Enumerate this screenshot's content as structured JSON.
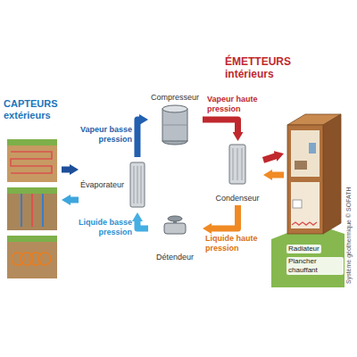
{
  "diagram": {
    "nodes": [
      {
        "text": [
          "CAPTEURS extérieurs"
        ]
      },
      {
        "text": [
          "Évaporateur"
        ]
      },
      {
        "text": [
          "Compresseur"
        ]
      },
      {
        "text": [
          "Condenseur"
        ]
      },
      {
        "text": [
          "Détendeur"
        ]
      },
      {
        "text": [
          "ÉMETTEURS intérieurs"
        ]
      }
    ],
    "edges": [
      {
        "from": 0,
        "to": 1,
        "arrow": "to"
      },
      {
        "from": 1,
        "to": 0,
        "arrow": "to"
      },
      {
        "from": 1,
        "to": 2,
        "label": "Vapeur basse pression",
        "arrow": "to"
      },
      {
        "from": 2,
        "to": 3,
        "label": "Vapeur haute pression",
        "arrow": "to"
      },
      {
        "from": 3,
        "to": 4,
        "label": "Liquide haute pression",
        "arrow": "to"
      },
      {
        "from": 4,
        "to": 1,
        "label": "Liquide basse pression",
        "arrow": "to"
      },
      {
        "from": 3,
        "to": 5,
        "arrow": "to"
      },
      {
        "from": 5,
        "to": 3,
        "arrow": "to"
      }
    ],
    "labels": [
      "Radiateur",
      "Plancher chauffant",
      "Système géothermique © SOFATH"
    ]
  }
}
